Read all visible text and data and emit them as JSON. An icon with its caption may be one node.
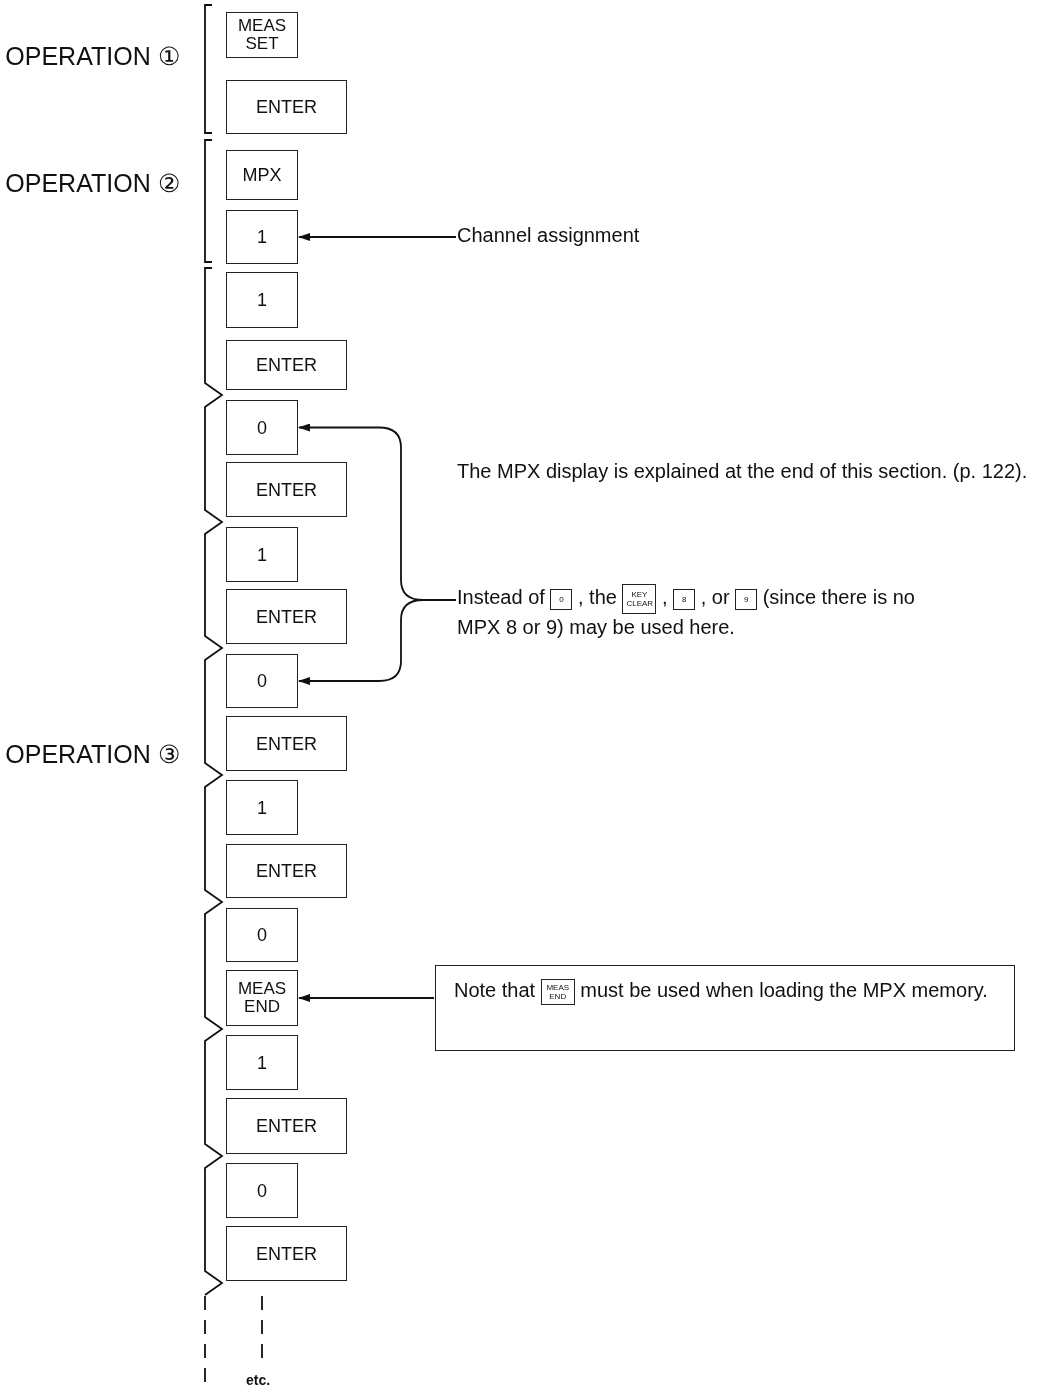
{
  "diagram": {
    "nodes": [
      {
        "text": [
          "MEAS SET"
        ]
      },
      {
        "text": [
          "ENTER"
        ]
      },
      {
        "text": [
          "MPX"
        ]
      },
      {
        "text": [
          "1"
        ]
      },
      {
        "text": [
          "1"
        ]
      },
      {
        "text": [
          "ENTER"
        ]
      },
      {
        "text": [
          "0"
        ]
      },
      {
        "text": [
          "ENTER"
        ]
      },
      {
        "text": [
          "1"
        ]
      },
      {
        "text": [
          "ENTER"
        ]
      },
      {
        "text": [
          "0"
        ]
      },
      {
        "text": [
          "ENTER"
        ]
      },
      {
        "text": [
          "1"
        ]
      },
      {
        "text": [
          "ENTER"
        ]
      },
      {
        "text": [
          "0"
        ]
      },
      {
        "text": [
          "MEAS END"
        ]
      },
      {
        "text": [
          "1"
        ]
      },
      {
        "text": [
          "ENTER"
        ]
      },
      {
        "text": [
          "0"
        ]
      },
      {
        "text": [
          "ENTER"
        ]
      },
      {
        "text": [
          "Channel assignment"
        ]
      },
      {
        "text": [
          "Instead of **0** , the **KEY CLEAR** , **8** , or **9** (since there is no MPX 8 or 9) may be used here."
        ]
      },
      {
        "text": [
          "Note that **MEAS END** must be used when loading the MPX memory."
        ]
      }
    ],
    "edges": [
      {
        "from": 20,
        "to": 3,
        "arrow": "to"
      },
      {
        "from": 21,
        "to": 6,
        "arrow": "to"
      },
      {
        "from": 21,
        "to": 10,
        "arrow": "to"
      },
      {
        "from": 22,
        "to": 15,
        "arrow": "to"
      }
    ],
    "labels": [
      "OPERATION ①",
      "OPERATION ②",
      "The MPX display is explained at the end of this section. (p. 122).",
      "OPERATION ③",
      "etc."
    ]
  }
}
